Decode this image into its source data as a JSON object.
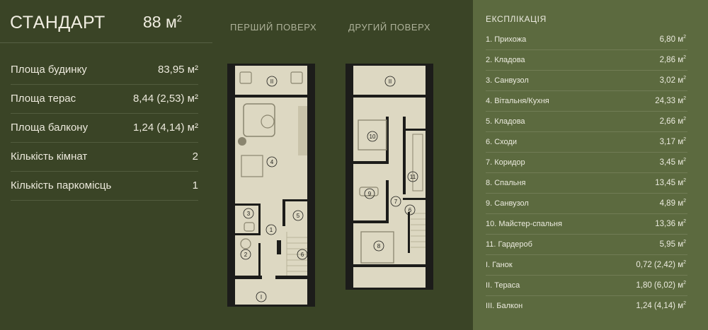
{
  "header": {
    "title": "СТАНДАРТ",
    "area_value": "88 м",
    "area_unit_power": "2"
  },
  "stats": [
    {
      "label": "Площа будинку",
      "value": "83,95 м²"
    },
    {
      "label": "Площа терас",
      "value": "8,44 (2,53) м²"
    },
    {
      "label": "Площа балкону",
      "value": "1,24 (4,14) м²"
    },
    {
      "label": "Кількість кімнат",
      "value": "2"
    },
    {
      "label": "Кількість паркомісць",
      "value": "1"
    }
  ],
  "floors": [
    {
      "title": "ПЕРШИЙ ПОВЕРХ",
      "room_labels": [
        "II",
        "4",
        "3",
        "5",
        "1",
        "2",
        "6",
        "I"
      ]
    },
    {
      "title": "ДРУГИЙ ПОВЕРХ",
      "room_labels": [
        "II",
        "10",
        "11",
        "9",
        "7",
        "6",
        "8"
      ]
    }
  ],
  "legend": {
    "title": "ЕКСПЛІКАЦІЯ",
    "unit": "м",
    "unit_power": "2",
    "items": [
      {
        "name": "1. Прихожа",
        "value": "6,80"
      },
      {
        "name": "2. Кладова",
        "value": "2,86"
      },
      {
        "name": "3. Санвузол",
        "value": "3,02"
      },
      {
        "name": "4. Вітальня/Кухня",
        "value": "24,33"
      },
      {
        "name": "5. Кладова",
        "value": "2,66"
      },
      {
        "name": "6. Сходи",
        "value": "3,17"
      },
      {
        "name": "7. Коридор",
        "value": "3,45"
      },
      {
        "name": "8. Спальня",
        "value": "13,45"
      },
      {
        "name": "9. Санвузол",
        "value": "4,89"
      },
      {
        "name": "10. Майстер-спальня",
        "value": "13,36"
      },
      {
        "name": "11. Гардероб",
        "value": "5,95"
      },
      {
        "name": "I. Ганок",
        "value": "0,72 (2,42)"
      },
      {
        "name": "II. Тераса",
        "value": "1,80 (6,02)"
      },
      {
        "name": "III. Балкон",
        "value": "1,24 (4,14)"
      }
    ]
  },
  "colors": {
    "panel_dark": "#3a4426",
    "panel_light": "#5c6a3f",
    "plan_floor": "#ddd8c2",
    "plan_wall": "#1c1c1a"
  }
}
